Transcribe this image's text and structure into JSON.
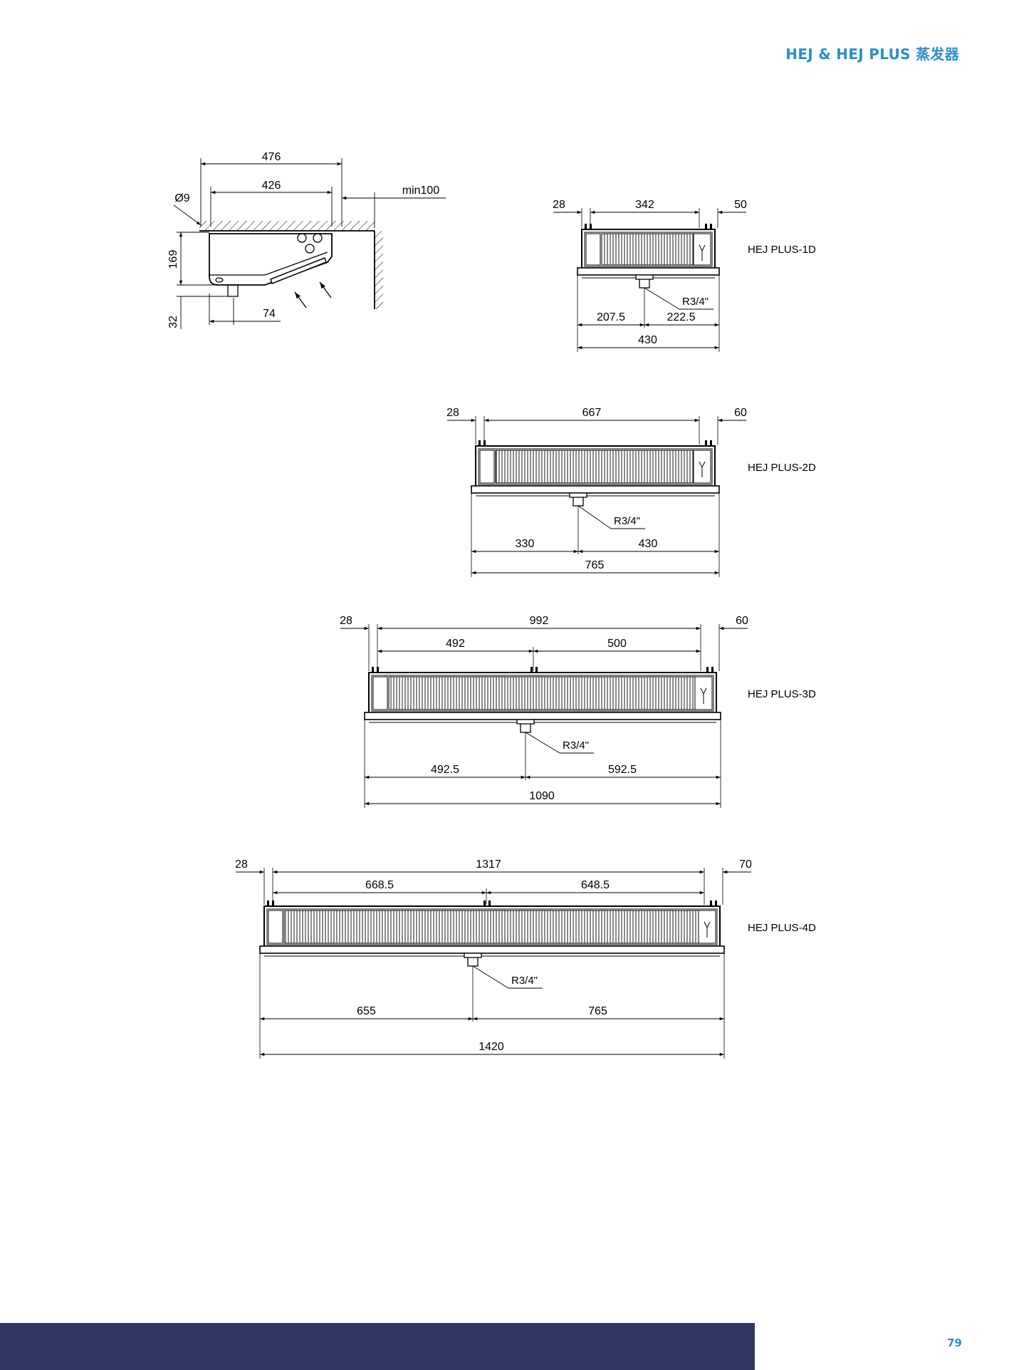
{
  "header": {
    "title": "HEJ & HEJ PLUS 蒸发器"
  },
  "side_view": {
    "dims": {
      "d476": "476",
      "d426": "426",
      "d_min100": "min100",
      "d_hole": "Ø9",
      "d169": "169",
      "d32": "32",
      "d74": "74"
    }
  },
  "models": [
    {
      "name": "HEJ PLUS-1D",
      "top": [
        "28",
        "342",
        "50"
      ],
      "mid": [],
      "drain": "R3/4\"",
      "bottom": [
        "207.5",
        "222.5"
      ],
      "total": "430"
    },
    {
      "name": "HEJ PLUS-2D",
      "top": [
        "28",
        "667",
        "60"
      ],
      "mid": [],
      "drain": "R3/4\"",
      "bottom": [
        "330",
        "430"
      ],
      "total": "765"
    },
    {
      "name": "HEJ PLUS-3D",
      "top": [
        "28",
        "992",
        "60"
      ],
      "mid": [
        "492",
        "500"
      ],
      "drain": "R3/4\"",
      "bottom": [
        "492.5",
        "592.5"
      ],
      "total": "1090"
    },
    {
      "name": "HEJ PLUS-4D",
      "top": [
        "28",
        "1317",
        "70"
      ],
      "mid": [
        "668.5",
        "648.5"
      ],
      "drain": "R3/4\"",
      "bottom": [
        "655",
        "765"
      ],
      "total": "1420"
    }
  ],
  "footer": {
    "page_number": "79",
    "bar_color": "#2f3864",
    "accent_color": "#2e8fc7"
  }
}
